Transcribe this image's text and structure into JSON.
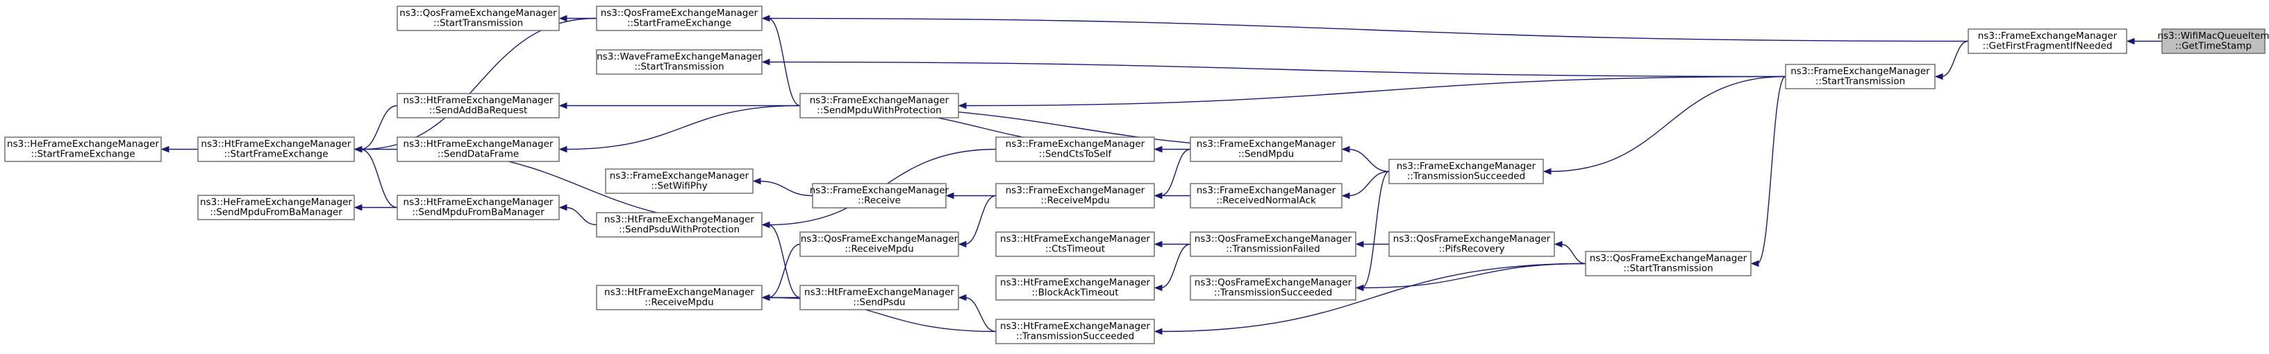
{
  "graph": {
    "nodes": [
      {
        "id": "hfe_start",
        "lines": [
          "ns3::HeFrameExchangeManager",
          "::StartFrameExchange"
        ]
      },
      {
        "id": "hfe_smfbm",
        "lines": [
          "ns3::HeFrameExchangeManager",
          "::SendMpduFromBaManager"
        ]
      },
      {
        "id": "qos_st1",
        "lines": [
          "ns3::QosFrameExchangeManager",
          "::StartTransmission"
        ]
      },
      {
        "id": "ht_sfe",
        "lines": [
          "ns3::HtFrameExchangeManager",
          "::StartFrameExchange"
        ]
      },
      {
        "id": "ht_sabr",
        "lines": [
          "ns3::HtFrameExchangeManager",
          "::SendAddBaRequest"
        ]
      },
      {
        "id": "ht_sdf",
        "lines": [
          "ns3::HtFrameExchangeManager",
          "::SendDataFrame"
        ]
      },
      {
        "id": "ht_smfbm",
        "lines": [
          "ns3::HtFrameExchangeManager",
          "::SendMpduFromBaManager"
        ]
      },
      {
        "id": "qos_sfe",
        "lines": [
          "ns3::QosFrameExchangeManager",
          "::StartFrameExchange"
        ]
      },
      {
        "id": "wave_st",
        "lines": [
          "ns3::WaveFrameExchangeManager",
          "::StartTransmission"
        ]
      },
      {
        "id": "fem_swp",
        "lines": [
          "ns3::FrameExchangeManager",
          "::SetWifiPhy"
        ]
      },
      {
        "id": "ht_spwp",
        "lines": [
          "ns3::HtFrameExchangeManager",
          "::SendPsduWithProtection"
        ]
      },
      {
        "id": "ht_rm",
        "lines": [
          "ns3::HtFrameExchangeManager",
          "::ReceiveMpdu"
        ]
      },
      {
        "id": "fem_smwp",
        "lines": [
          "ns3::FrameExchangeManager",
          "::SendMpduWithProtection"
        ]
      },
      {
        "id": "fem_recv",
        "lines": [
          "ns3::FrameExchangeManager",
          "::Receive"
        ]
      },
      {
        "id": "qos_rm",
        "lines": [
          "ns3::QosFrameExchangeManager",
          "::ReceiveMpdu"
        ]
      },
      {
        "id": "ht_sp",
        "lines": [
          "ns3::HtFrameExchangeManager",
          "::SendPsdu"
        ]
      },
      {
        "id": "fem_scts",
        "lines": [
          "ns3::FrameExchangeManager",
          "::SendCtsToSelf"
        ]
      },
      {
        "id": "fem_rm",
        "lines": [
          "ns3::FrameExchangeManager",
          "::ReceiveMpdu"
        ]
      },
      {
        "id": "ht_ctsto",
        "lines": [
          "ns3::HtFrameExchangeManager",
          "::CtsTimeout"
        ]
      },
      {
        "id": "ht_bato",
        "lines": [
          "ns3::HtFrameExchangeManager",
          "::BlockAckTimeout"
        ]
      },
      {
        "id": "ht_ts",
        "lines": [
          "ns3::HtFrameExchangeManager",
          "::TransmissionSucceeded"
        ]
      },
      {
        "id": "fem_sm",
        "lines": [
          "ns3::FrameExchangeManager",
          "::SendMpdu"
        ]
      },
      {
        "id": "fem_rna",
        "lines": [
          "ns3::FrameExchangeManager",
          "::ReceivedNormalAck"
        ]
      },
      {
        "id": "qos_tf",
        "lines": [
          "ns3::QosFrameExchangeManager",
          "::TransmissionFailed"
        ]
      },
      {
        "id": "qos_ts",
        "lines": [
          "ns3::QosFrameExchangeManager",
          "::TransmissionSucceeded"
        ]
      },
      {
        "id": "fem_ts",
        "lines": [
          "ns3::FrameExchangeManager",
          "::TransmissionSucceeded"
        ]
      },
      {
        "id": "qos_pifs",
        "lines": [
          "ns3::QosFrameExchangeManager",
          "::PifsRecovery"
        ]
      },
      {
        "id": "qos_st2",
        "lines": [
          "ns3::QosFrameExchangeManager",
          "::StartTransmission"
        ]
      },
      {
        "id": "fem_st",
        "lines": [
          "ns3::FrameExchangeManager",
          "::StartTransmission"
        ]
      },
      {
        "id": "fem_gffin",
        "lines": [
          "ns3::FrameExchangeManager",
          "::GetFirstFragmentIfNeeded"
        ]
      },
      {
        "id": "wmqi_gts",
        "lines": [
          "ns3::WifiMacQueueItem",
          "::GetTimeStamp"
        ],
        "highlighted": true
      }
    ],
    "edges": [
      [
        "wmqi_gts",
        "fem_gffin"
      ],
      [
        "fem_gffin",
        "qos_sfe"
      ],
      [
        "fem_gffin",
        "fem_st"
      ],
      [
        "fem_st",
        "wave_st"
      ],
      [
        "fem_st",
        "fem_smwp"
      ],
      [
        "fem_st",
        "fem_ts"
      ],
      [
        "fem_st",
        "qos_st2"
      ],
      [
        "fem_smwp",
        "qos_sfe"
      ],
      [
        "fem_smwp",
        "ht_sabr"
      ],
      [
        "fem_smwp",
        "ht_sdf"
      ],
      [
        "fem_smwp",
        "fem_scts"
      ],
      [
        "fem_smwp",
        "fem_sm"
      ],
      [
        "qos_sfe",
        "qos_st1"
      ],
      [
        "qos_sfe",
        "ht_sfe"
      ],
      [
        "ht_sfe",
        "hfe_start"
      ],
      [
        "ht_sabr",
        "ht_sfe"
      ],
      [
        "ht_sdf",
        "ht_sfe"
      ],
      [
        "ht_sdf",
        "ht_spwp"
      ],
      [
        "ht_smfbm",
        "ht_sfe"
      ],
      [
        "ht_smfbm",
        "hfe_smfbm"
      ],
      [
        "ht_spwp",
        "ht_smfbm"
      ],
      [
        "fem_scts",
        "ht_spwp"
      ],
      [
        "fem_recv",
        "fem_swp"
      ],
      [
        "fem_rm",
        "fem_recv"
      ],
      [
        "fem_rm",
        "qos_rm"
      ],
      [
        "qos_rm",
        "ht_rm"
      ],
      [
        "ht_sp",
        "ht_spwp"
      ],
      [
        "ht_sp",
        "ht_rm"
      ],
      [
        "ht_ts",
        "ht_sp"
      ],
      [
        "ht_ts",
        "ht_rm"
      ],
      [
        "fem_sm",
        "fem_scts"
      ],
      [
        "fem_sm",
        "fem_rm"
      ],
      [
        "fem_rna",
        "fem_rm"
      ],
      [
        "qos_tf",
        "ht_ctsto"
      ],
      [
        "qos_tf",
        "ht_bato"
      ],
      [
        "fem_ts",
        "fem_sm"
      ],
      [
        "fem_ts",
        "fem_rna"
      ],
      [
        "fem_ts",
        "qos_ts"
      ],
      [
        "qos_pifs",
        "qos_tf"
      ],
      [
        "qos_st2",
        "qos_pifs"
      ],
      [
        "qos_st2",
        "qos_ts"
      ],
      [
        "qos_st2",
        "ht_ts"
      ]
    ]
  }
}
